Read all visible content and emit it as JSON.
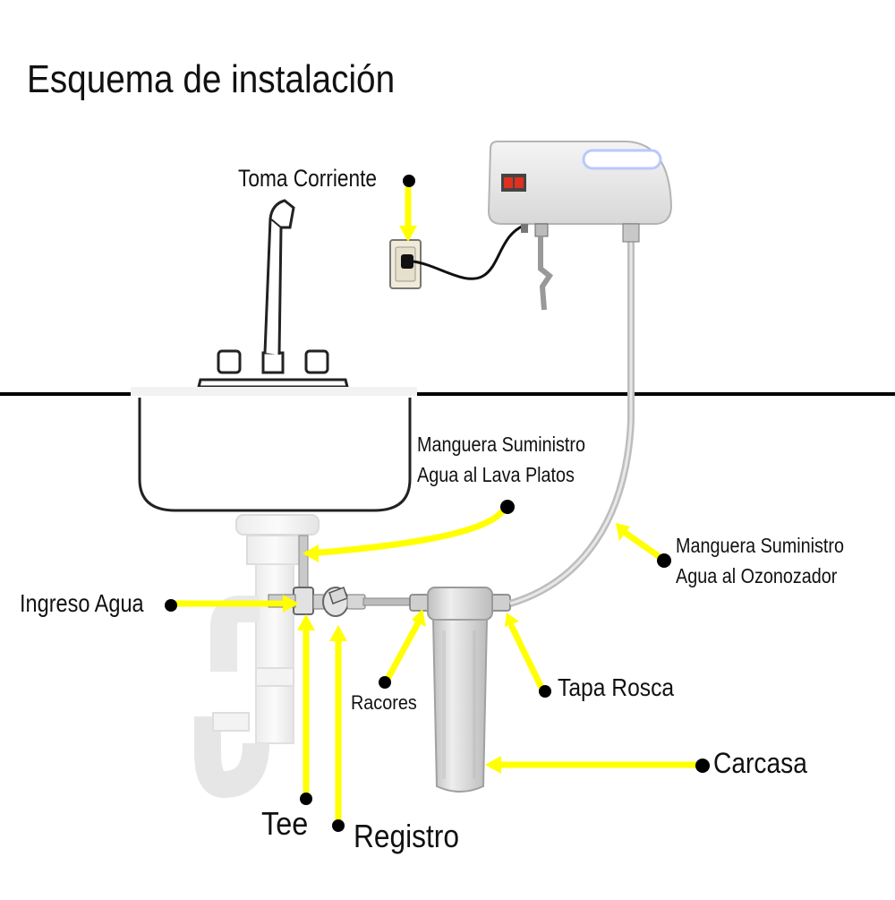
{
  "title": "Esquema de instalación",
  "labels": {
    "toma_corriente": "Toma Corriente",
    "manguera_lavaplatos": [
      "Manguera Suministro",
      "Agua al Lava Platos"
    ],
    "manguera_ozonozador": [
      "Manguera Suministro",
      "Agua al Ozonozador"
    ],
    "ingreso_agua": "Ingreso Agua",
    "racores": "Racores",
    "tapa_rosca": "Tapa Rosca",
    "carcasa": "Carcasa",
    "tee": "Tee",
    "registro": "Registro"
  },
  "colors": {
    "arrow": "#ffff00",
    "dot": "#000000",
    "counter_line": "#000000",
    "device_body": "#ececec",
    "switch_red": "#e03020",
    "filter_housing": "#d9d9d9",
    "hose": "#bdbdbd"
  },
  "icons": [
    "ozonizer-device",
    "wall-outlet",
    "faucet",
    "sink-basin",
    "p-trap",
    "tee-fitting",
    "valve",
    "water-filter"
  ]
}
